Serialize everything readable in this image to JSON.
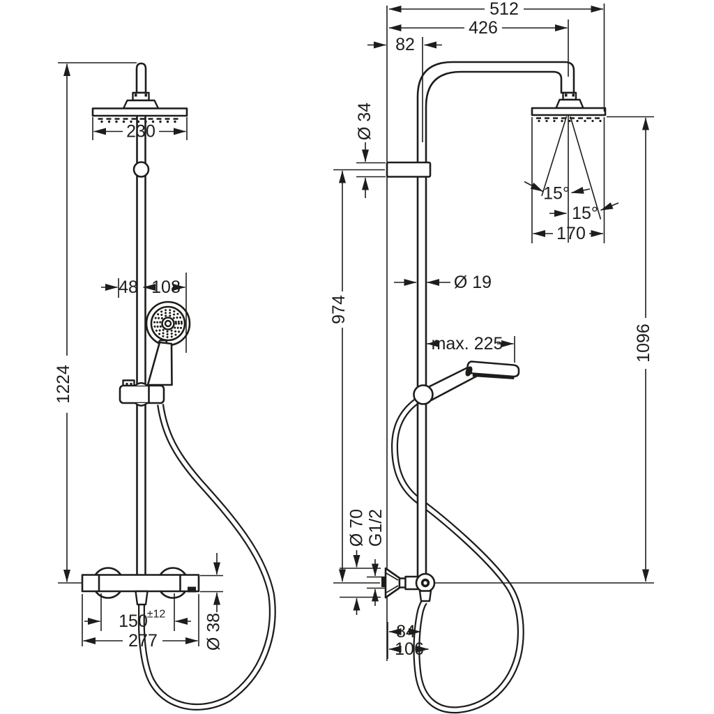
{
  "drawing": {
    "type": "technical-dimension-drawing",
    "subject": "shower pipe system with overhead shower, hand shower and thermostat",
    "views": [
      "front",
      "side"
    ]
  },
  "colors": {
    "ink": "#1d1d1b",
    "background": "#ffffff"
  },
  "labels": {
    "front": {
      "d230": "230",
      "d1224": "1224",
      "d48": "48",
      "d108": "108",
      "d150": "150",
      "d150_tol": "±12",
      "d277": "277",
      "d38": "Ø 38"
    },
    "side": {
      "d512": "512",
      "d426": "426",
      "d82": "82",
      "d34": "Ø 34",
      "d974": "974",
      "d19": "Ø 19",
      "d225": "max. 225",
      "d1096": "1096",
      "a15_left": "15°",
      "a15_right": "15°",
      "d170": "170",
      "d70": "Ø 70",
      "thread": "G1/2",
      "d84": "84",
      "d106": "106"
    }
  }
}
